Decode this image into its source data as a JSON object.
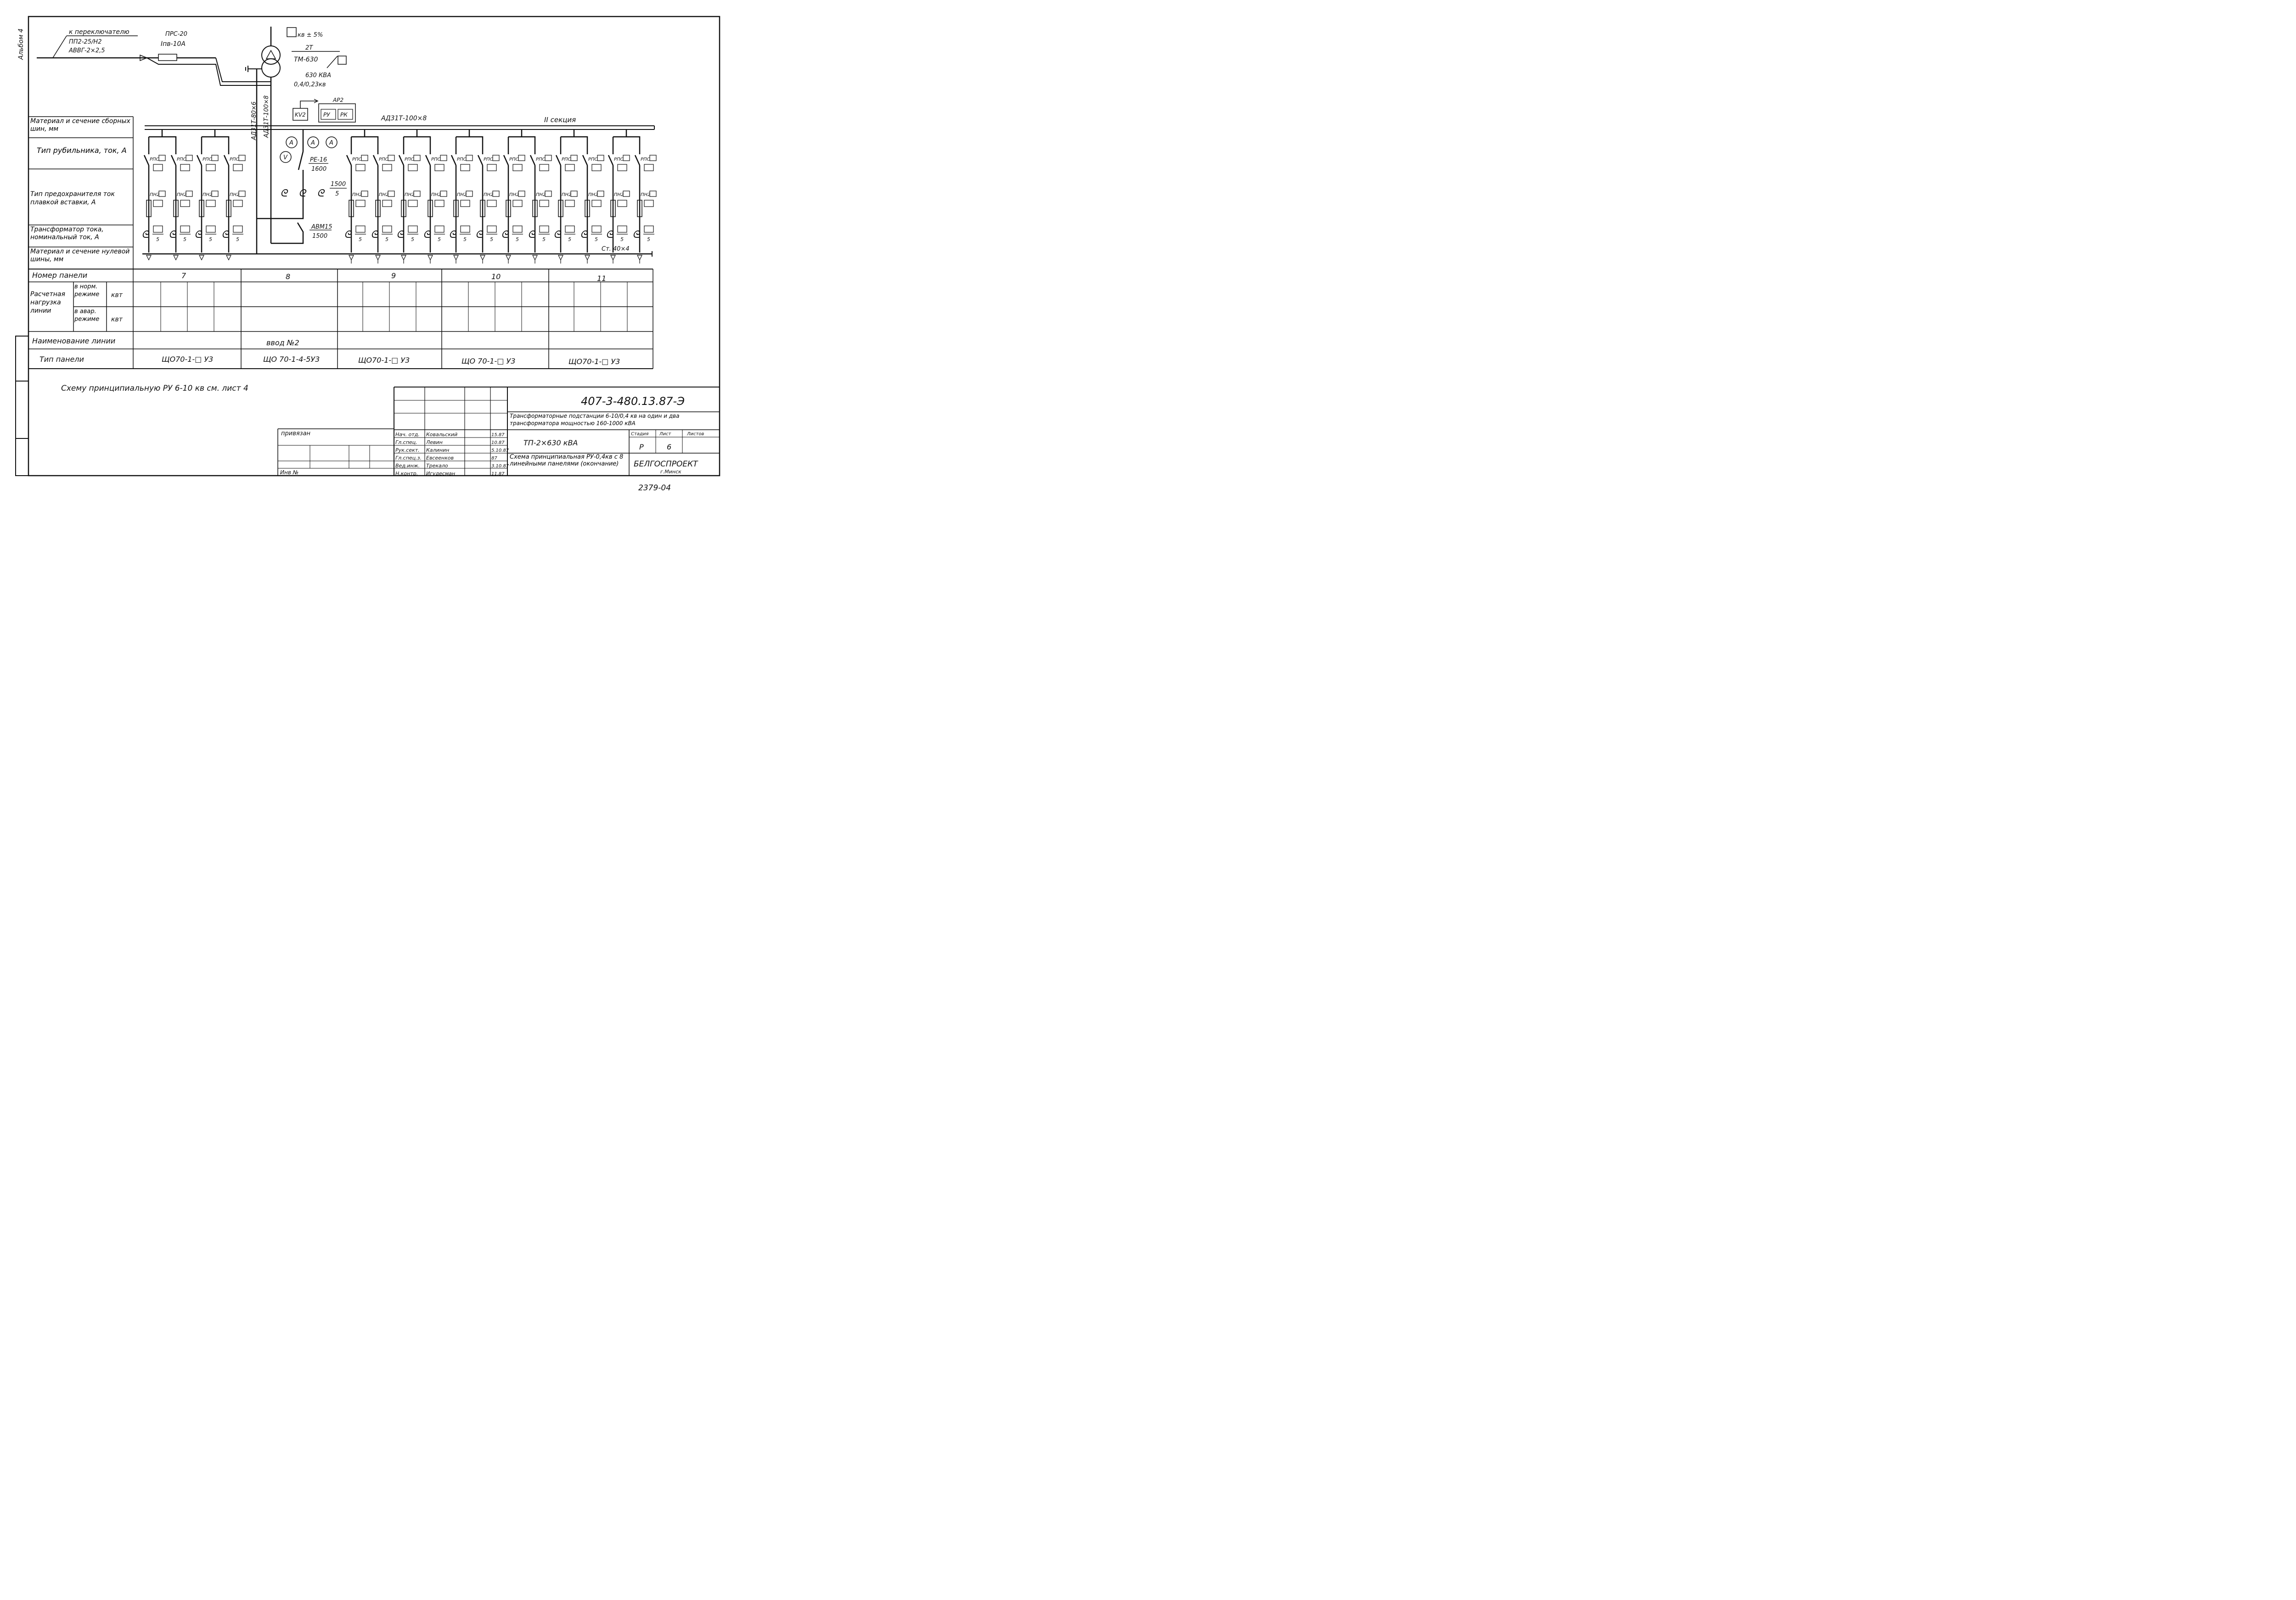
{
  "album_label": "Альбом 4",
  "feed": {
    "to_switch": "к переключателю",
    "fuse_type": "ПП2-25/Н2",
    "cable": "АВВГ-2×2,5",
    "breaker": "ПРС-20",
    "breaker_current": "Iпв-10А"
  },
  "transformer": {
    "k_label": "кв ± 5%",
    "designation": "2Т",
    "type": "ТМ-630",
    "power": "630 КВА",
    "voltage": "0,4/0,23кв"
  },
  "busbars": {
    "vertical_label_1": "АД31Т-80×6",
    "vertical_label_2": "АД31Т-100×8",
    "main_bus": "АД31Т-100×8",
    "section": "II секция",
    "neutral_bus": "Ст. 40×4"
  },
  "control": {
    "relay": "KV2",
    "ar": "АР2",
    "ru": "РУ",
    "rk": "РК"
  },
  "input_panel": {
    "ammeter": "A",
    "voltmeter": "V",
    "switch": "РЕ-16",
    "switch_current": "1600",
    "ct_ratio_num": "1500",
    "ct_ratio_den": "5",
    "breaker": "АВМ15",
    "breaker_current": "1500"
  },
  "row_labels": {
    "busbar_material": "Материал и сечение сборных шин, мм",
    "switch_type": "Тип рубильника, ток, А",
    "fuse_type": "Тип предохранителя ток плавкой вставки, А",
    "ct": "Трансформатор тока, номинальный ток, А",
    "neutral_material": "Материал и сечение нулевой шины, мм",
    "panel_number": "Номер панели",
    "calc_load": "Расчетная нагрузка линии",
    "normal_mode": "в норм. режиме",
    "emergency_mode": "в авар. режиме",
    "kw": "квт",
    "line_name": "Наименование линии",
    "panel_type": "Тип панели"
  },
  "feeder_labels": {
    "switch": "РПС",
    "fuse": "ПН2",
    "ct_den": "5"
  },
  "panels": [
    {
      "number": "7",
      "type": "ЩО70-1-□ У3",
      "line_name": ""
    },
    {
      "number": "8",
      "type": "ЩО 70-1-4-5У3",
      "line_name": "ввод №2"
    },
    {
      "number": "9",
      "type": "ЩО70-1-□ У3",
      "line_name": ""
    },
    {
      "number": "10",
      "type": "ЩО 70-1-□ У3",
      "line_name": ""
    },
    {
      "number": "11",
      "type": "ЩО70-1-□ У3",
      "line_name": ""
    }
  ],
  "note": "Схему принципиальную РУ 6-10 кв см. лист 4",
  "title_block": {
    "code": "407-3-480.13.87-Э",
    "project": "Трансформаторные подстанции 6-10/0,4 кв на один и два трансформатора мощностью 160-1000 кВА",
    "object": "ТП-2×630 кВА",
    "sheet_title": "Схема принципиальная РУ-0,4кв с 8 линейными панелями (окончание)",
    "stage_label": "Стадия",
    "sheet_label": "Лист",
    "sheets_label": "Листов",
    "stage": "Р",
    "sheet": "6",
    "org": "БЕЛГОСПРОЕКТ",
    "city": "г.Минск",
    "bound": "привязан",
    "inv": "Инв №",
    "roles": [
      "Нач. отд.",
      "Гл.спец.",
      "Рук.сект.",
      "Гл.спец.з.",
      "Вед.инж.",
      "Н.контр."
    ],
    "names": [
      "Ковальский",
      "Левин",
      "Калинин",
      "Евсеенков",
      "Трекало",
      "Игудесман"
    ],
    "dates": [
      "15.87",
      "10.87",
      "5.10.87",
      "87",
      "3.10.87",
      "11.87"
    ]
  },
  "drawing_number": "2379-04"
}
